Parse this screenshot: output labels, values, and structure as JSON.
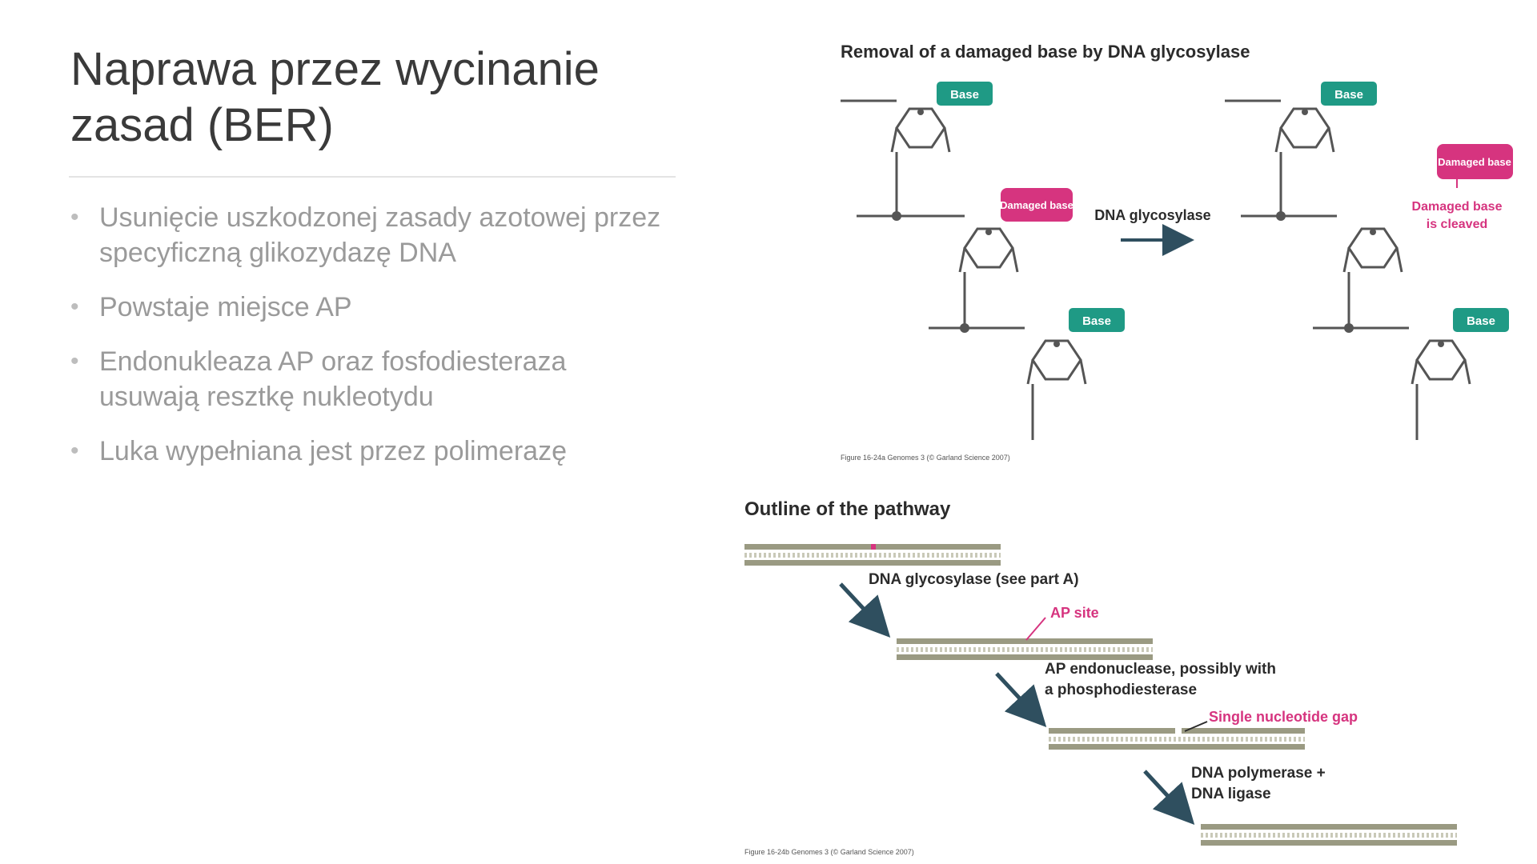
{
  "slide": {
    "title_lines": [
      "Naprawa przez wycinanie",
      "zasad (BER)"
    ],
    "bullets": [
      "Usunięcie uszkodzonej zasady azotowej przez specyficzną glikozydazę DNA",
      "Powstaje miejsce AP",
      "Endonukleaza AP oraz fosfodiesteraza usuwają resztkę nukleotydu",
      "Luka wypełniana jest przez polimerazę"
    ],
    "bullet_glyph": "•"
  },
  "figure_a": {
    "title": "Removal of a damaged base by DNA glycosylase",
    "base_label": "Base",
    "damaged_label": "Damaged base",
    "enzyme_label": "DNA glycosylase",
    "cleaved_label_lines": [
      "Damaged base",
      "is cleaved"
    ],
    "caption": "Figure 16-24a  Genomes 3 (© Garland Science 2007)"
  },
  "figure_b": {
    "title": "Outline of the pathway",
    "step1": "DNA glycosylase (see part A)",
    "ap_site": "AP site",
    "step2_lines": [
      "AP endonuclease, possibly with",
      "a phosphodiesterase"
    ],
    "gap_label": "Single nucleotide gap",
    "step3_lines": [
      "DNA polymerase +",
      "DNA ligase"
    ],
    "caption": "Figure 16-24b  Genomes 3 (© Garland Science 2007)"
  },
  "colors": {
    "teal": "#1f9a85",
    "magenta": "#d6347f",
    "strand": "#9a9a82",
    "text_dark": "#2b2b2b"
  }
}
